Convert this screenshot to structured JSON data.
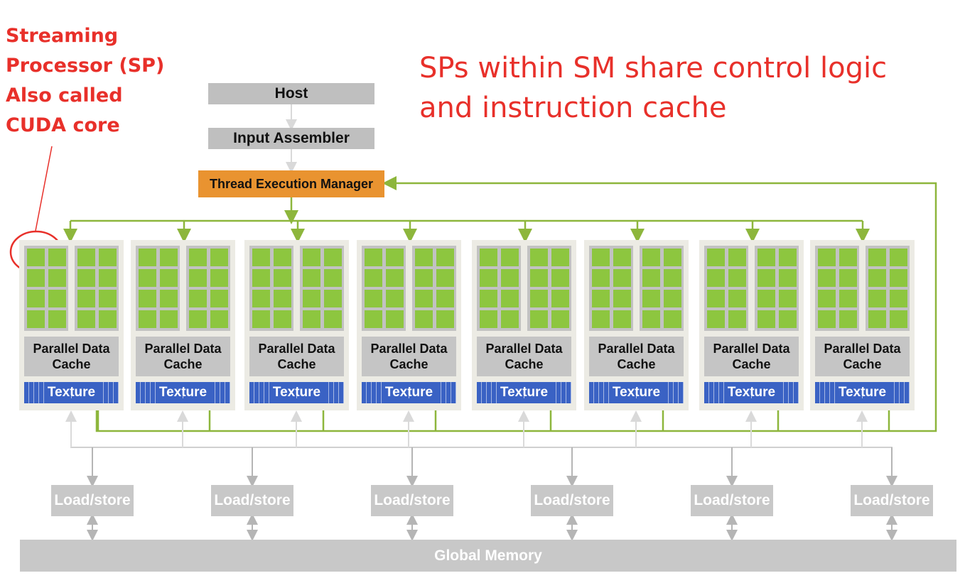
{
  "annotation": {
    "lines": [
      "Streaming",
      "Processor (SP)",
      "Also called",
      "CUDA core"
    ]
  },
  "headline": {
    "lines": [
      "SPs within SM share control logic",
      "and instruction cache"
    ]
  },
  "host": {
    "label": "Host"
  },
  "input_assembler": {
    "label": "Input Assembler"
  },
  "thread_execution_manager": {
    "label": "Thread Execution Manager"
  },
  "sm_blocks": [
    {
      "cache_label": "Parallel Data Cache",
      "texture_label": "Texture"
    },
    {
      "cache_label": "Parallel Data Cache",
      "texture_label": "Texture"
    },
    {
      "cache_label": "Parallel Data Cache",
      "texture_label": "Texture"
    },
    {
      "cache_label": "Parallel Data Cache",
      "texture_label": "Texture"
    },
    {
      "cache_label": "Parallel Data Cache",
      "texture_label": "Texture"
    },
    {
      "cache_label": "Parallel Data Cache",
      "texture_label": "Texture"
    },
    {
      "cache_label": "Parallel Data Cache",
      "texture_label": "Texture"
    },
    {
      "cache_label": "Parallel Data Cache",
      "texture_label": "Texture"
    }
  ],
  "load_store_units": [
    {
      "label": "Load/store"
    },
    {
      "label": "Load/store"
    },
    {
      "label": "Load/store"
    },
    {
      "label": "Load/store"
    },
    {
      "label": "Load/store"
    },
    {
      "label": "Load/store"
    }
  ],
  "global_memory": {
    "label": "Global Memory"
  },
  "colors": {
    "annotation_red": "#e8302a",
    "sp_core_green": "#8dc63f",
    "control_line_green": "#8db63c",
    "manager_orange": "#e99330",
    "texture_blue": "#3a62c4",
    "memory_gray": "#c8c8c8",
    "connector_gray": "#bdbdbd"
  }
}
